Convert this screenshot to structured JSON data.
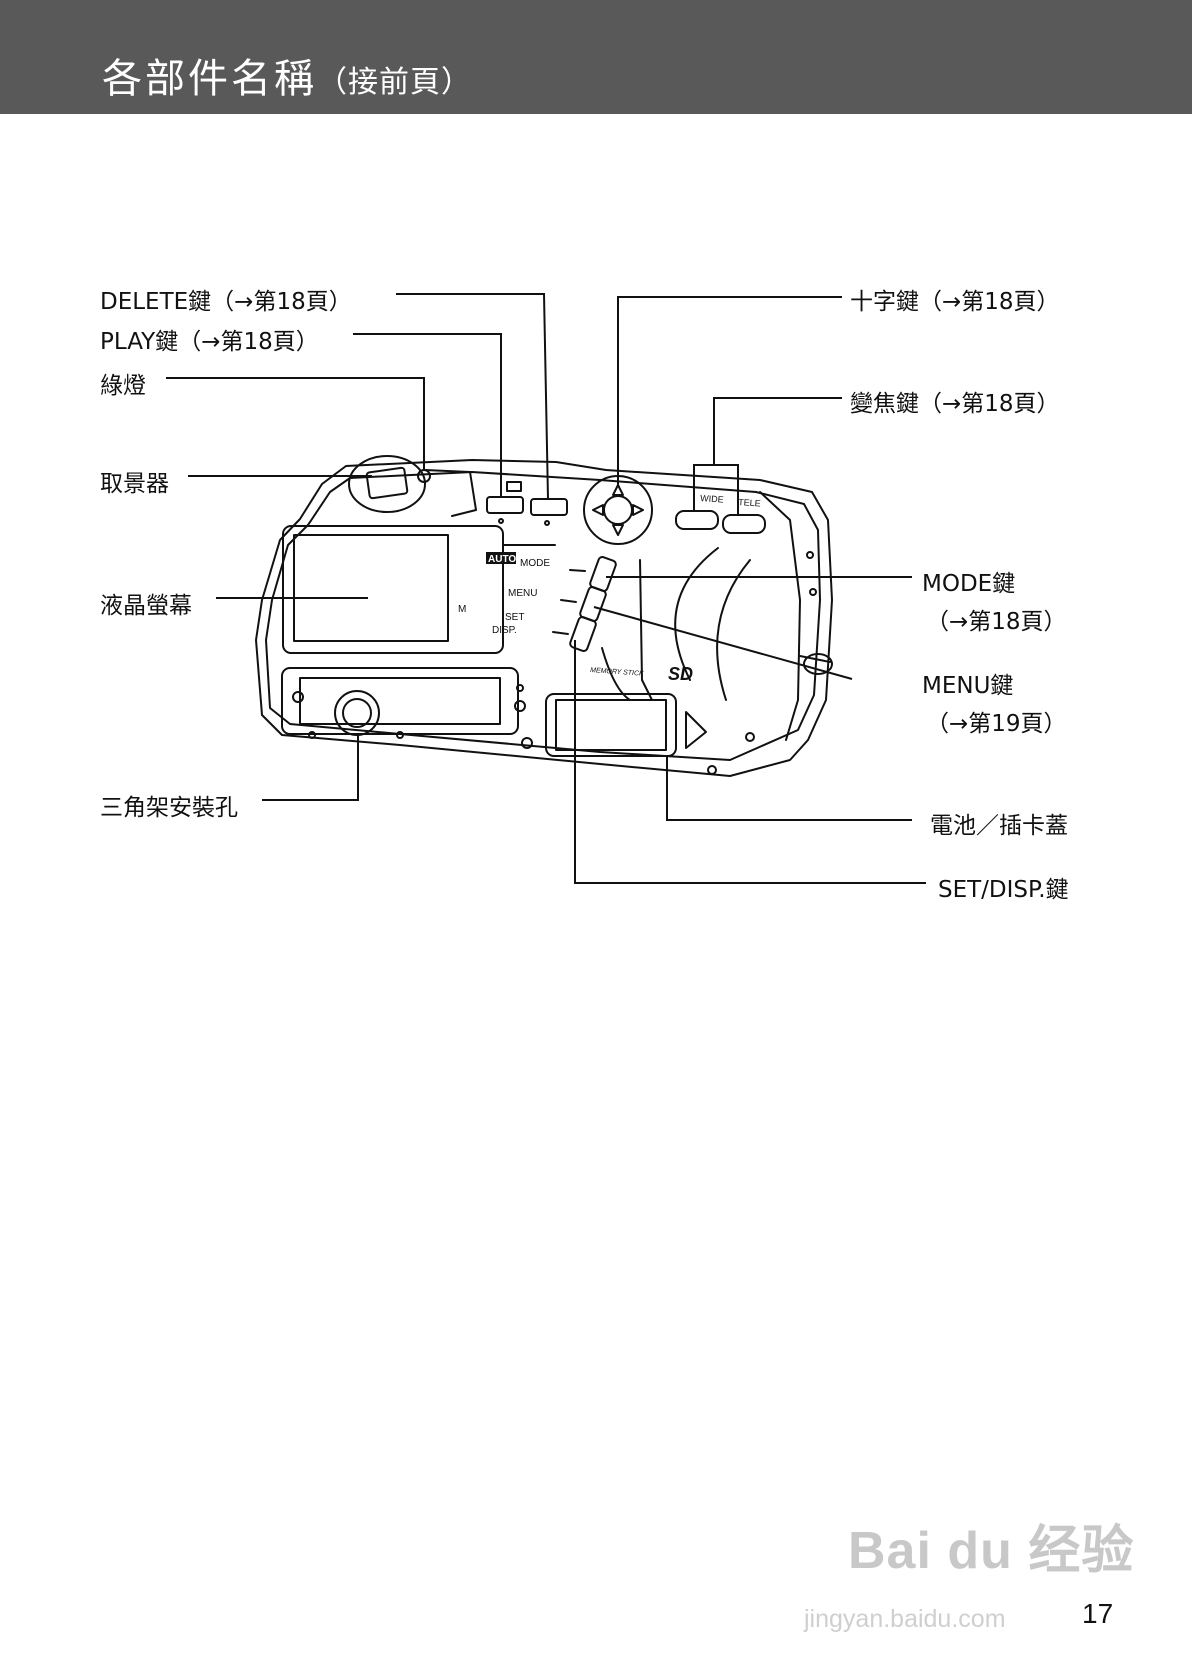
{
  "header": {
    "title": "各部件名稱",
    "subtitle": "（接前頁）"
  },
  "labels": {
    "delete": "DELETE鍵（→第18頁）",
    "play": "PLAY鍵（→第18頁）",
    "green_lamp": "綠燈",
    "viewfinder": "取景器",
    "lcd": "液晶螢幕",
    "tripod": "三角架安裝孔",
    "cross_key": "十字鍵（→第18頁）",
    "zoom": "變焦鍵（→第18頁）",
    "mode_key": "MODE鍵",
    "mode_ref": "（→第18頁）",
    "menu_key": "MENU鍵",
    "menu_ref": "（→第19頁）",
    "battery_cover": "電池／插卡蓋",
    "set_disp": "SET/DISP.鍵"
  },
  "camera_marks": {
    "auto": "AUTO",
    "mode": "MODE",
    "menu": "MENU",
    "set": "SET",
    "disp": "DISP.",
    "m": "M",
    "wide": "WIDE",
    "tele": "TELE",
    "memory_stick": "MEMORY STICK",
    "sd": "SD"
  },
  "page_number": "17",
  "watermark": {
    "logo": "Bai du 经验",
    "url": "jingyan.baidu.com"
  }
}
